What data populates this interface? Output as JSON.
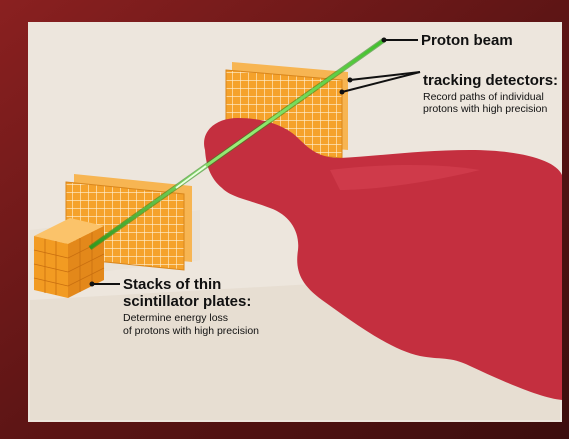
{
  "labels": {
    "proton_beam": "Proton beam",
    "tracking_title": "tracking detectors:",
    "tracking_desc_1": "Record paths of individual",
    "tracking_desc_2": "protons with high precision",
    "stacks_title_1": "Stacks of thin",
    "stacks_title_2": "scintillator plates:",
    "stacks_desc_1": "Determine energy loss",
    "stacks_desc_2": "of protons with high precision"
  },
  "colors": {
    "frame": "#7a1a1a",
    "panel": "#ede6dd",
    "body": "#c42f3f",
    "detector": "#f2a02a",
    "beam": "#4ec832"
  },
  "icons": [
    "detector-plate",
    "scintillator-stack",
    "human-silhouette",
    "proton-beam"
  ]
}
